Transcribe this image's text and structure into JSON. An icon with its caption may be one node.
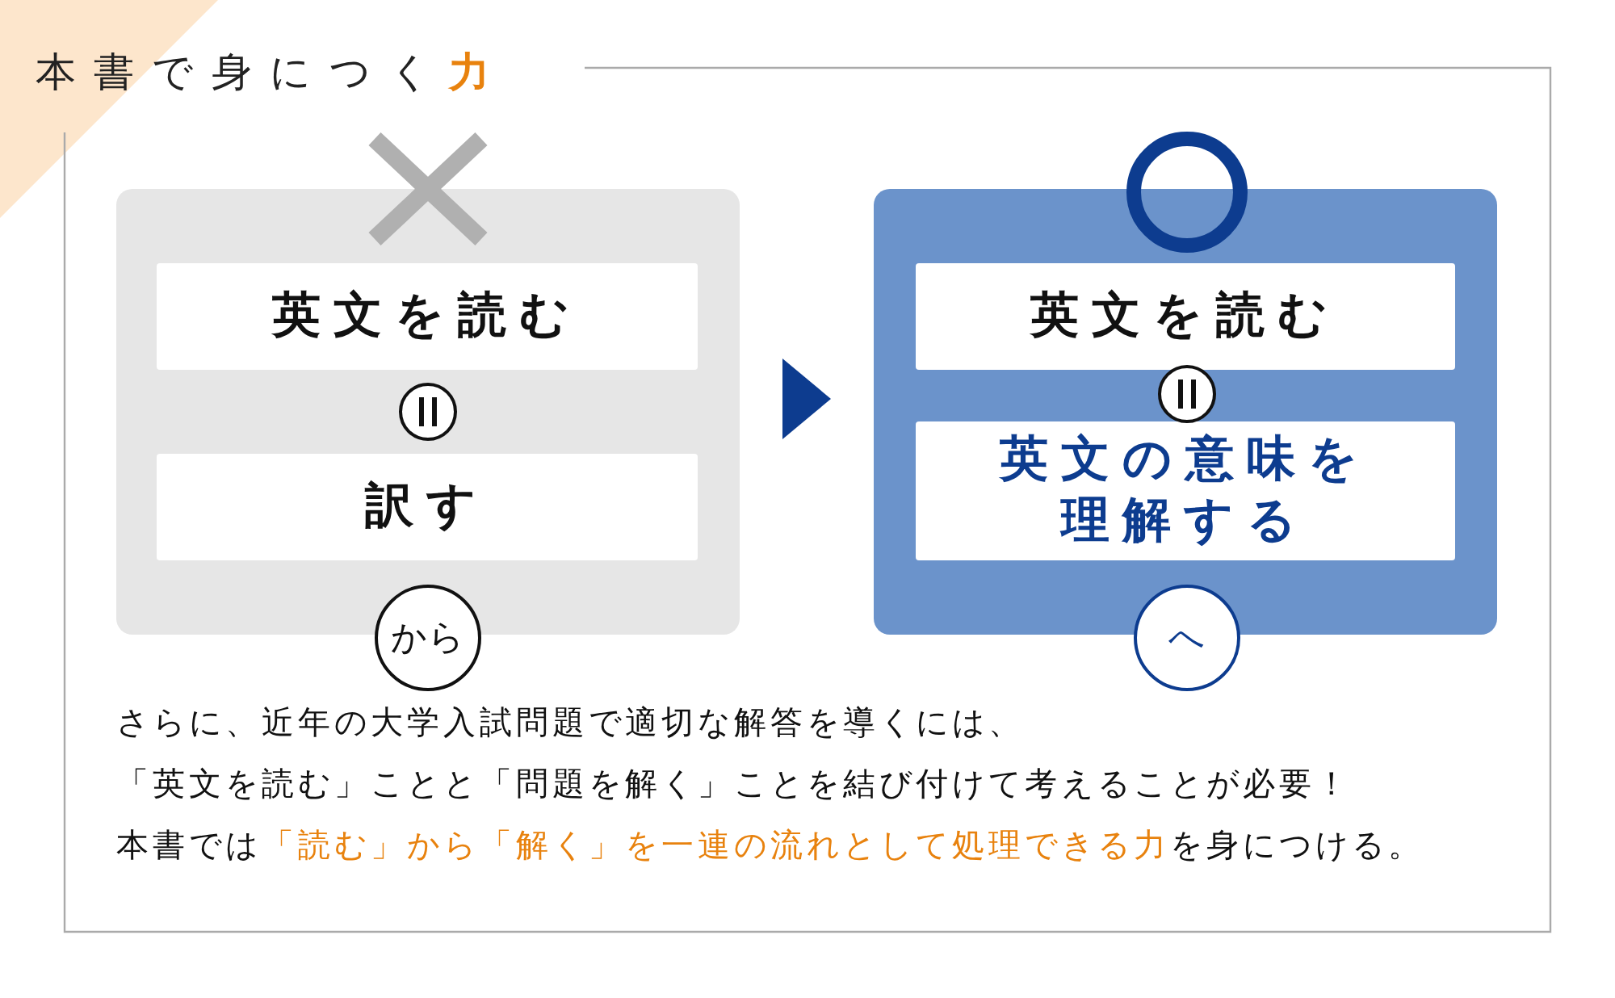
{
  "diagram": {
    "title": "本書で身につく力",
    "nodes": [
      {
        "text": [],
        "shape": "box"
      },
      {
        "text": [
          "英文を読む"
        ],
        "in": 0
      },
      {
        "text": [
          "訳す"
        ],
        "in": 0
      },
      {
        "text": [
          "から"
        ]
      },
      {
        "text": [],
        "shape": "box"
      },
      {
        "text": [
          "英文を読む"
        ],
        "in": 4
      },
      {
        "text": [
          "英文の意味を理解する"
        ],
        "in": 4
      },
      {
        "text": [
          "へ"
        ]
      }
    ],
    "edges": [
      {
        "from": 0,
        "to": 4,
        "arrow": "to"
      }
    ],
    "labels": [
      "さらに、近年の大学入試問題で適切な解答を導くには、",
      "「英文を読む」ことと「問題を解く」ことを結び付けて考えることが必要！",
      "本書では",
      "「読む」から「解く」を一連の流れとして処理できる力",
      "を身につける。"
    ]
  }
}
